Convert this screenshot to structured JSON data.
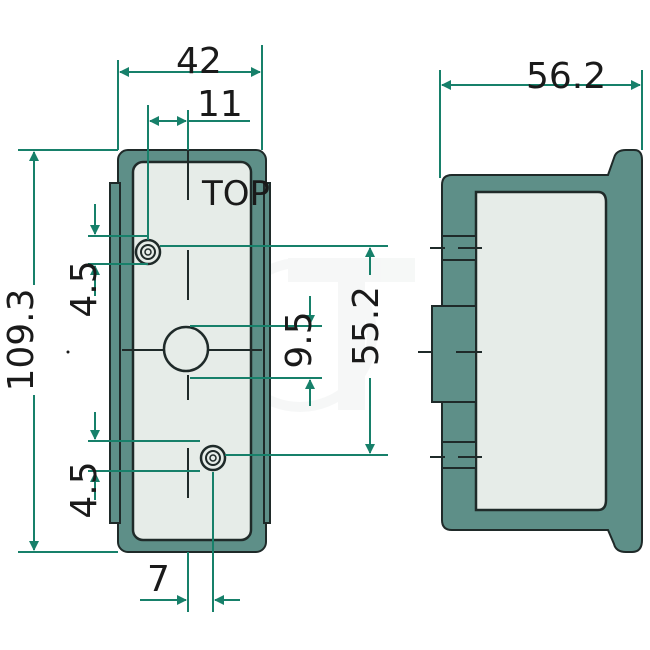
{
  "front_view": {
    "top_label": "TOP",
    "dims": {
      "width": "42",
      "hole_offset_top": "11",
      "height": "109.3",
      "hole_upper_gap": "4.5",
      "hole_lower_gap": "4.5",
      "center_hole_dia": "9.5",
      "hole_spacing": "55.2",
      "hole_offset_bottom": "7"
    }
  },
  "side_view": {
    "dims": {
      "depth": "56.2"
    }
  },
  "colors": {
    "dimension_lines": "#17806a",
    "housing": "#5e8f88",
    "lens": "#e6ece8",
    "outline": "#1f2a29"
  }
}
